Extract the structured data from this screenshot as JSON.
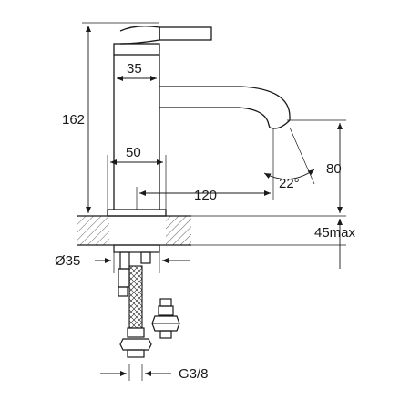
{
  "dimensions": {
    "height_total": "162",
    "body_diameter_top": "35",
    "base_width": "50",
    "spout_reach": "120",
    "spout_height": "80",
    "spout_angle": "22°",
    "counter_thickness": "45max",
    "tail_diameter": "Ø35",
    "thread_size": "G3/8"
  },
  "colors": {
    "ink": "#1a1a1a",
    "background": "#ffffff"
  }
}
